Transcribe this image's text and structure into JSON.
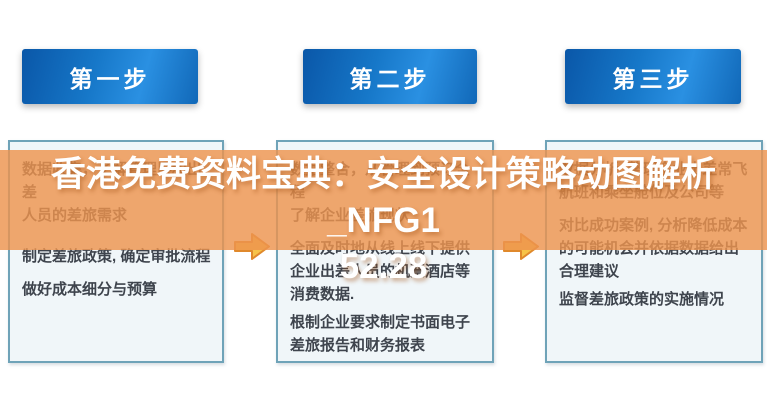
{
  "watermark": {
    "title": "香港免费资料宝典：安全设计策略动图解析_NFG1\n52.28",
    "full_title": "香港免费资料宝典：安全设计策略动图解析_NFG152.28",
    "band_color": "#ED944E",
    "text_color": "#FFFFFF"
  },
  "diagram": {
    "steps": [
      {
        "header": "第一步",
        "paragraphs": [
          "数据收集，了解管理层和出差\n人员的差旅需求",
          "制定差旅政策, 确定审批流程",
          "做好成本细分与预算"
        ]
      },
      {
        "header": "第二步",
        "paragraphs": [
          "数据整合，从管理到预订全程\n了解企业差旅现状",
          "全面及时地从线上线下提供\n企业出差人员的机票酒店等\n消费数据.",
          "根制企业要求制定书面电子\n差旅报告和财务报表"
        ]
      },
      {
        "header": "第三步",
        "paragraphs": [
          "数据分析, 整理企业出差常飞\n航班和乘坐舱位及公司等",
          "对比成功案例, 分析降低成本\n的可能机会并依据数据给出\n合理建议",
          "监督差旅政策的实施情况"
        ]
      }
    ]
  },
  "colors": {
    "step_header_gradient_start": "#0A57A8",
    "step_header_gradient_end": "#2A90E2",
    "box_fill": "#F0F6F9",
    "box_border": "#6FA3B8",
    "body_text": "#3E444D",
    "arrow_fill": "#F7C348",
    "arrow_outline": "#E0892C"
  }
}
